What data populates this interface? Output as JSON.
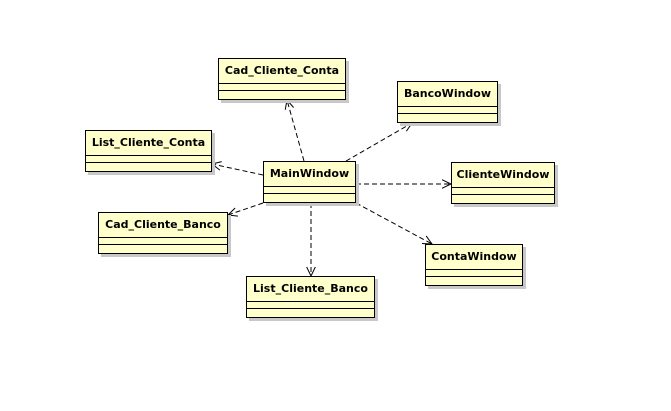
{
  "diagram": {
    "colors": {
      "fill": "#ffffcc",
      "border": "#000000",
      "shadow": "#c8c8c8",
      "edge": "#000000"
    },
    "classes": {
      "main": "MainWindow",
      "cad_cliente_conta": "Cad_Cliente_Conta",
      "banco": "BancoWindow",
      "list_cliente_conta": "List_Cliente_Conta",
      "cliente": "ClienteWindow",
      "cad_cliente_banco": "Cad_Cliente_Banco",
      "conta": "ContaWindow",
      "list_cliente_banco": "List_Cliente_Banco"
    },
    "dependencies": [
      {
        "from": "main",
        "to": "cad_cliente_conta",
        "style": "dashed"
      },
      {
        "from": "main",
        "to": "banco",
        "style": "dashed"
      },
      {
        "from": "main",
        "to": "list_cliente_conta",
        "style": "dashed"
      },
      {
        "from": "main",
        "to": "cliente",
        "style": "dashed"
      },
      {
        "from": "main",
        "to": "cad_cliente_banco",
        "style": "dashed"
      },
      {
        "from": "main",
        "to": "conta",
        "style": "dashed"
      },
      {
        "from": "main",
        "to": "list_cliente_banco",
        "style": "dashed"
      }
    ]
  }
}
